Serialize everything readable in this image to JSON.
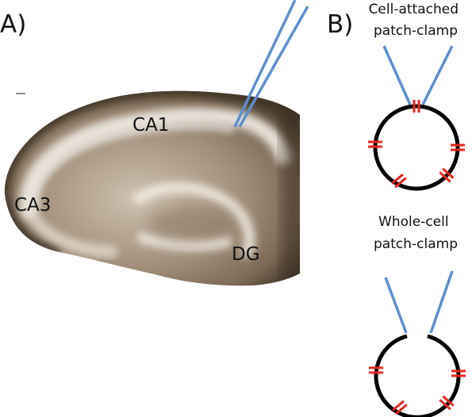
{
  "panels": {
    "a": {
      "label": "A)"
    },
    "b": {
      "label": "B)"
    }
  },
  "regions": {
    "ca1": "CA1",
    "ca3": "CA3",
    "dg": "DG"
  },
  "captions": {
    "cell_attached": [
      "Cell-attached",
      "patch-clamp"
    ],
    "whole_cell": [
      "Whole-cell",
      "patch-clamp"
    ]
  },
  "colors": {
    "pipette": "#5b8fd0",
    "channel": "#e8261c",
    "membrane": "#000000",
    "tissue_dark": "#4a3a2a",
    "tissue_mid": "#9c8a76",
    "tissue_light": "#e4ddd2",
    "background": "#ffffff"
  }
}
